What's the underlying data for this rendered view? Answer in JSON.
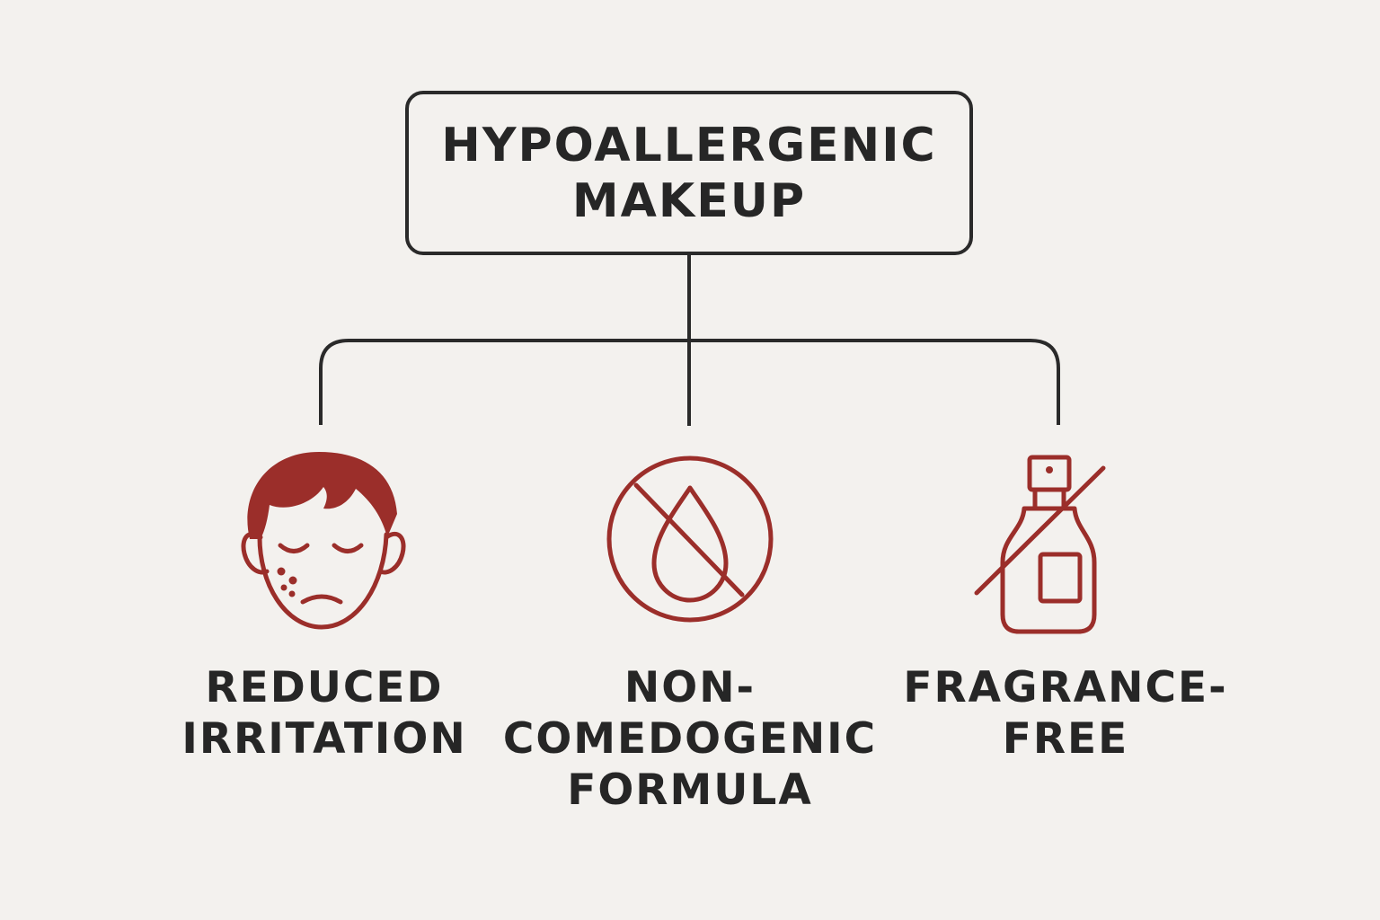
{
  "root": {
    "line1": "HYPOALLERGENIC",
    "line2": "MAKEUP"
  },
  "benefits": [
    {
      "icon": "irritated-face-icon",
      "lines": [
        "REDUCED",
        "IRRITATION"
      ]
    },
    {
      "icon": "no-oil-drop-icon",
      "lines": [
        "NON-",
        "COMEDOGENIC",
        "FORMULA"
      ]
    },
    {
      "icon": "no-fragrance-bottle-icon",
      "lines": [
        "FRAGRANCE-",
        "FREE"
      ]
    }
  ],
  "colors": {
    "accent": "#9b2e2a",
    "text": "#262626",
    "line": "#2a2a2a",
    "background": "#f3f1ee"
  }
}
